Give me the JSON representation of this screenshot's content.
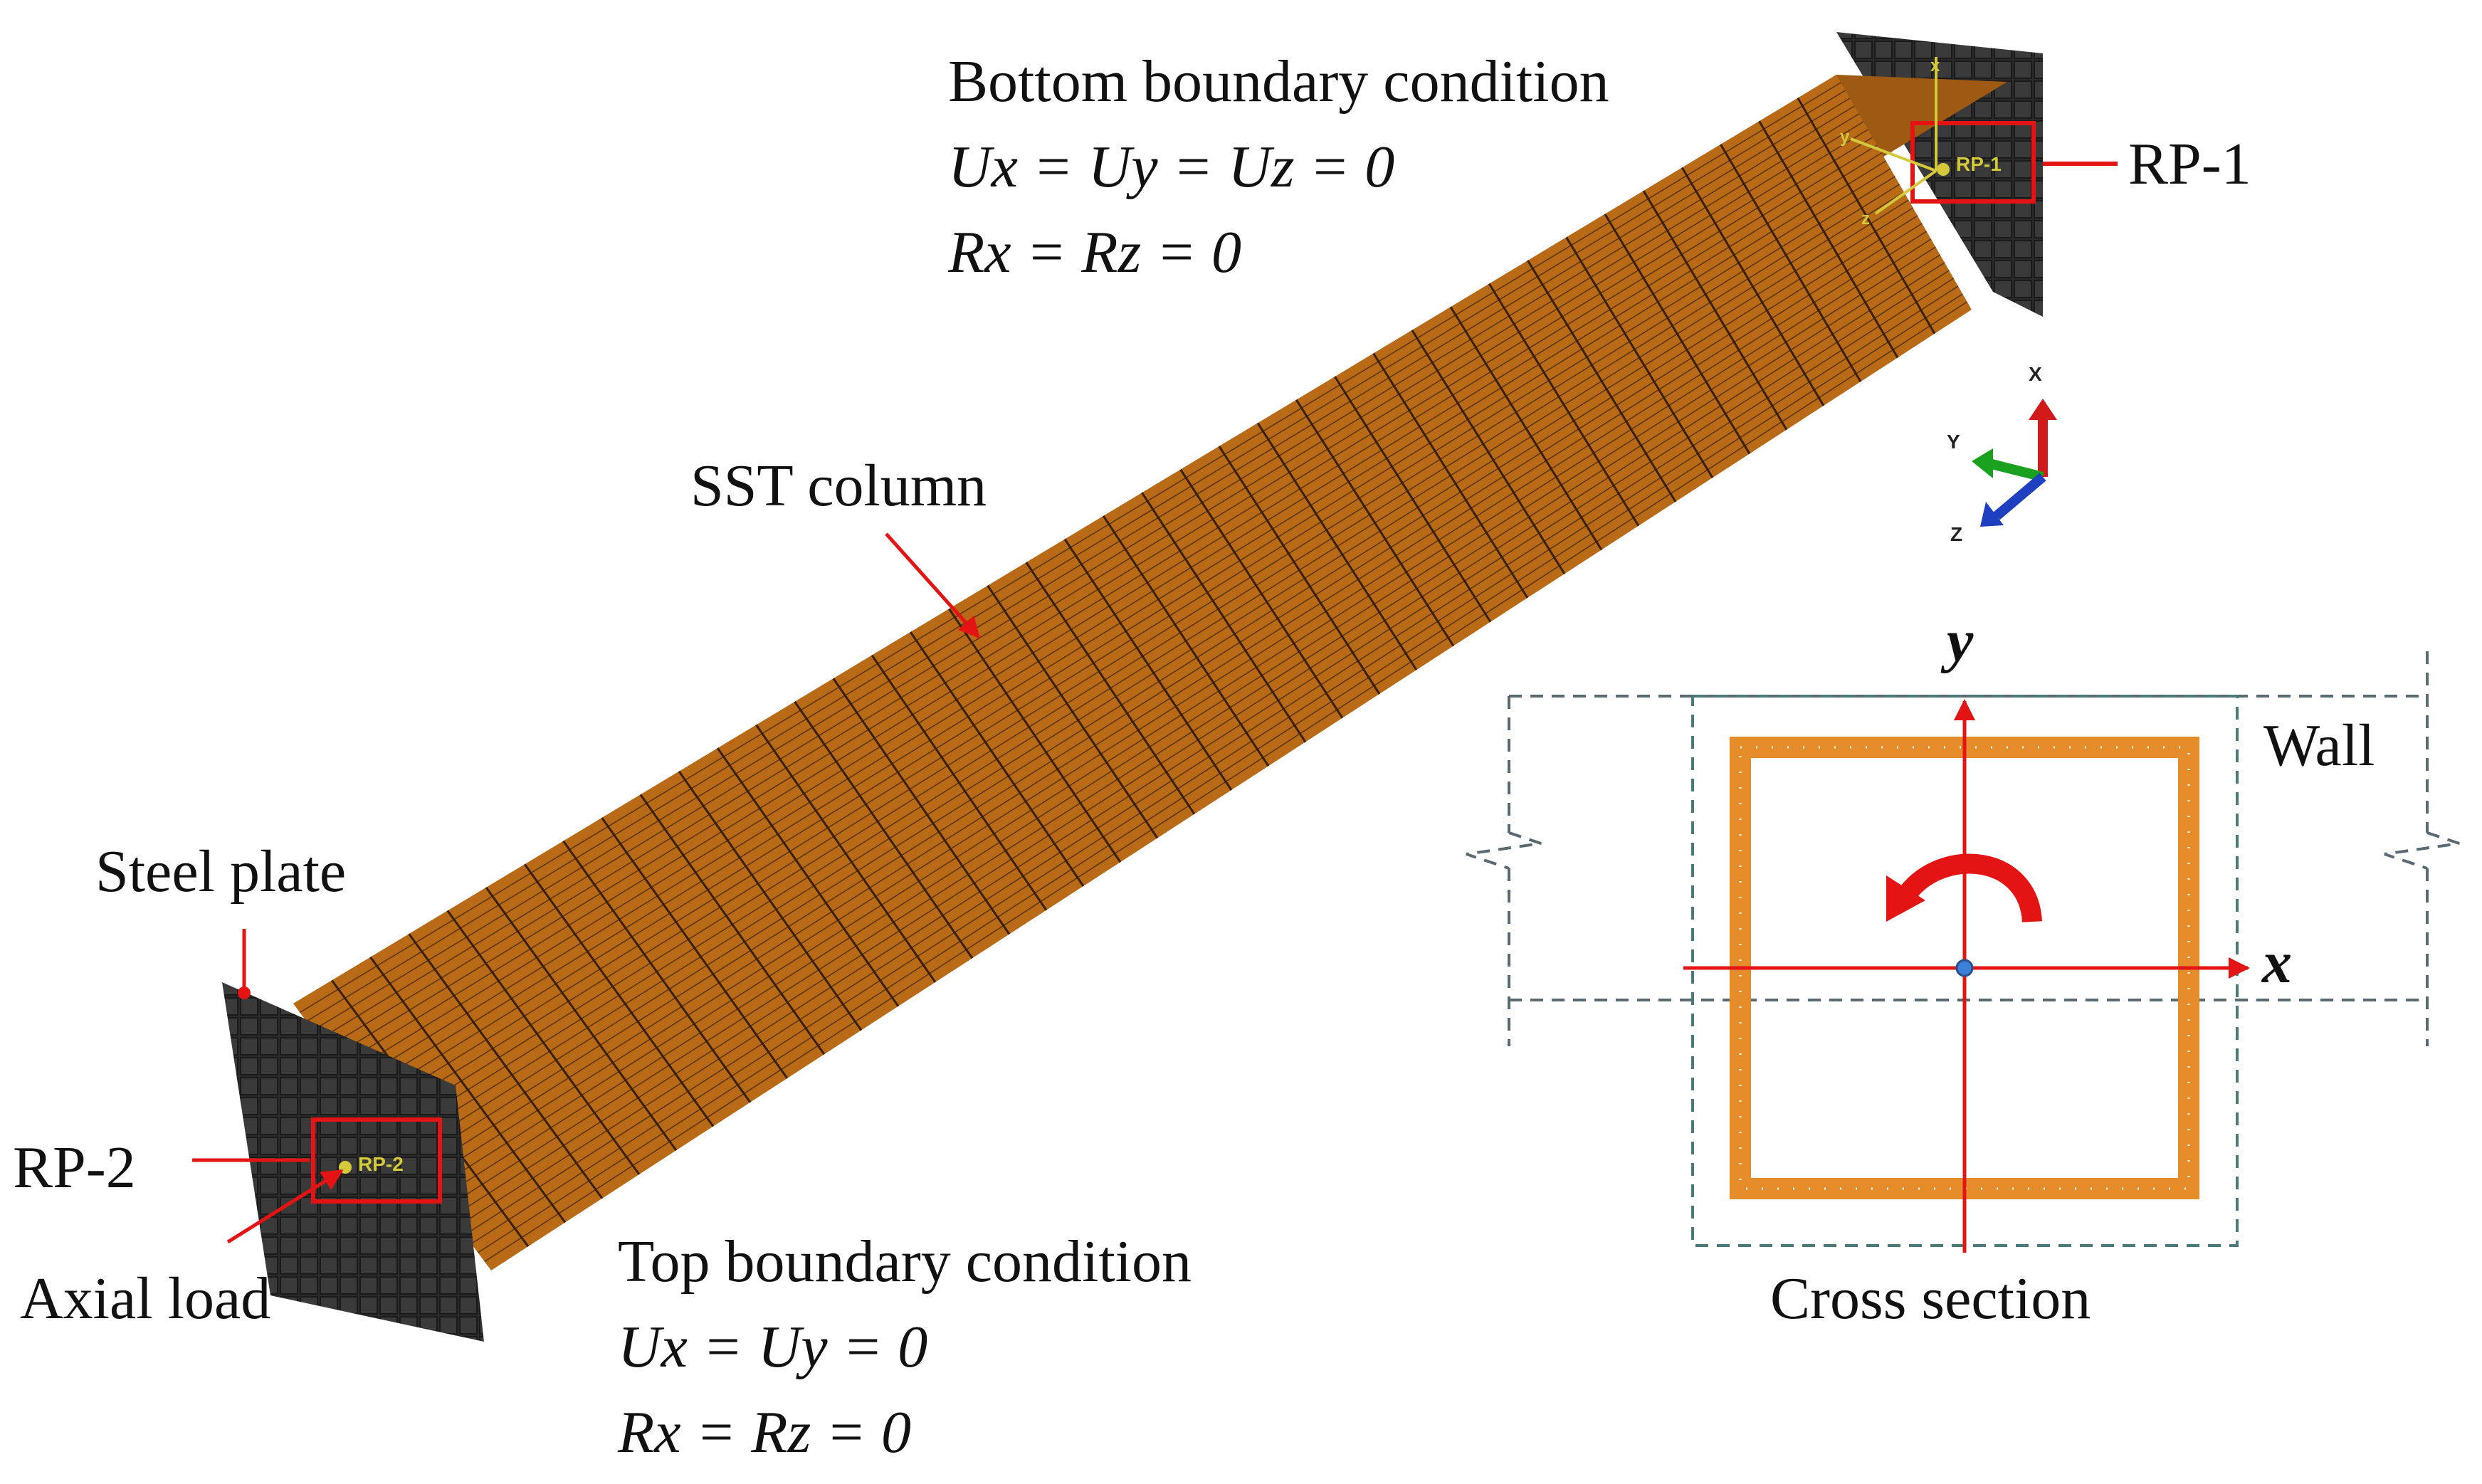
{
  "labels": {
    "bottom_bc_title": "Bottom boundary condition",
    "bottom_bc_line1": "Ux = Uy = Uz = 0",
    "bottom_bc_line2": "Rx = Rz = 0",
    "top_bc_title": "Top boundary condition",
    "top_bc_line1": "Ux = Uy = 0",
    "top_bc_line2": "Rx = Rz = 0",
    "sst_column": "SST column",
    "steel_plate": "Steel plate",
    "rp1": "RP-1",
    "rp2": "RP-2",
    "axial_load": "Axial load",
    "wall": "Wall",
    "cross_section": "Cross section",
    "axis_x": "x",
    "axis_y": "y"
  },
  "model_tags": {
    "rp1_tag": "RP-1",
    "rp2_tag": "RP-2",
    "local_y": "y",
    "local_z": "z",
    "local_x": "x"
  },
  "triad": {
    "x": "X",
    "y": "Y",
    "z": "Z"
  },
  "colors": {
    "column_face": "#b86a16",
    "column_face_dark": "#8f4f0c",
    "mesh_line": "#3a2006",
    "plate": "#2b2b2b",
    "annotation_red": "#e41414",
    "tag_yellow": "#d4c93a",
    "cross_section_orange": "#e58b2a",
    "wall_dash": "#5a6a72"
  }
}
